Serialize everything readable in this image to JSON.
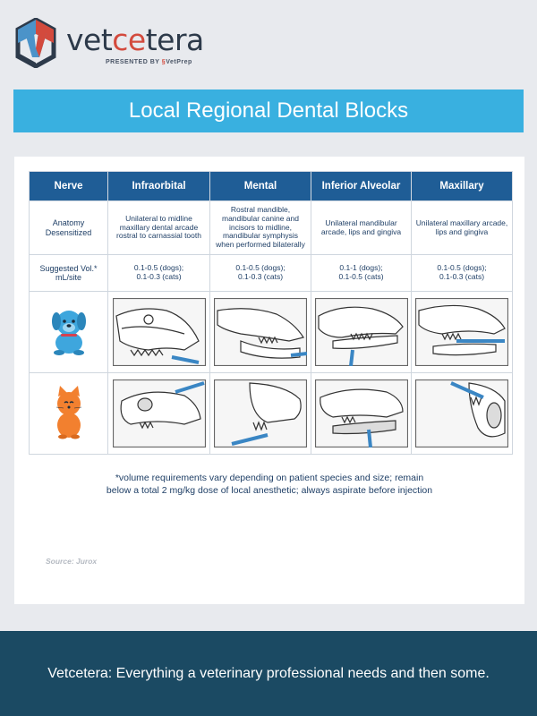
{
  "brand": {
    "name_part1": "vet",
    "name_part2": "ce",
    "name_part3": "tera",
    "presented_by": "PRESENTED BY",
    "presenter": "VetPrep",
    "colors": {
      "red": "#d34a3d",
      "blue": "#4b93c9",
      "navy": "#2d3a4a"
    }
  },
  "title": "Local Regional Dental Blocks",
  "table": {
    "headers": [
      "Nerve",
      "Infraorbital",
      "Mental",
      "Inferior Alveolar",
      "Maxillary"
    ],
    "rows": {
      "anatomy": {
        "label_line1": "Anatomy",
        "label_line2": "Desensitized",
        "cells": [
          "Unilateral to midline maxillary dental arcade rostral to carnassial tooth",
          "Rostral mandible, mandibular canine and incisors to midline, mandibular symphysis when performed bilaterally",
          "Unilateral mandibular arcade, lips and gingiva",
          "Unilateral maxillary arcade, lips and gingiva"
        ]
      },
      "volume": {
        "label_line1": "Suggested Vol.*",
        "label_line2": "mL/site",
        "cells": [
          {
            "dogs": "0.1-0.5 (dogs);",
            "cats": "0.1-0.3 (cats)"
          },
          {
            "dogs": "0.1-0.5 (dogs);",
            "cats": "0.1-0.3 (cats)"
          },
          {
            "dogs": "0.1-1 (dogs);",
            "cats": "0.1-0.5 (cats)"
          },
          {
            "dogs": "0.1-0.5 (dogs);",
            "cats": "0.1-0.3 (cats)"
          }
        ]
      },
      "images": {
        "dog_icon": "dog-icon",
        "cat_icon": "cat-icon",
        "dog_color": "#3ea6dd",
        "cat_color": "#f2802f"
      }
    }
  },
  "note_line1": "*volume requirements vary depending on patient species and size; remain",
  "note_line2": "below a total 2 mg/kg dose of local anesthetic; always aspirate before injection",
  "source": "Source: Jurox",
  "footer": "Vetcetera: Everything a veterinary professional needs and then some."
}
